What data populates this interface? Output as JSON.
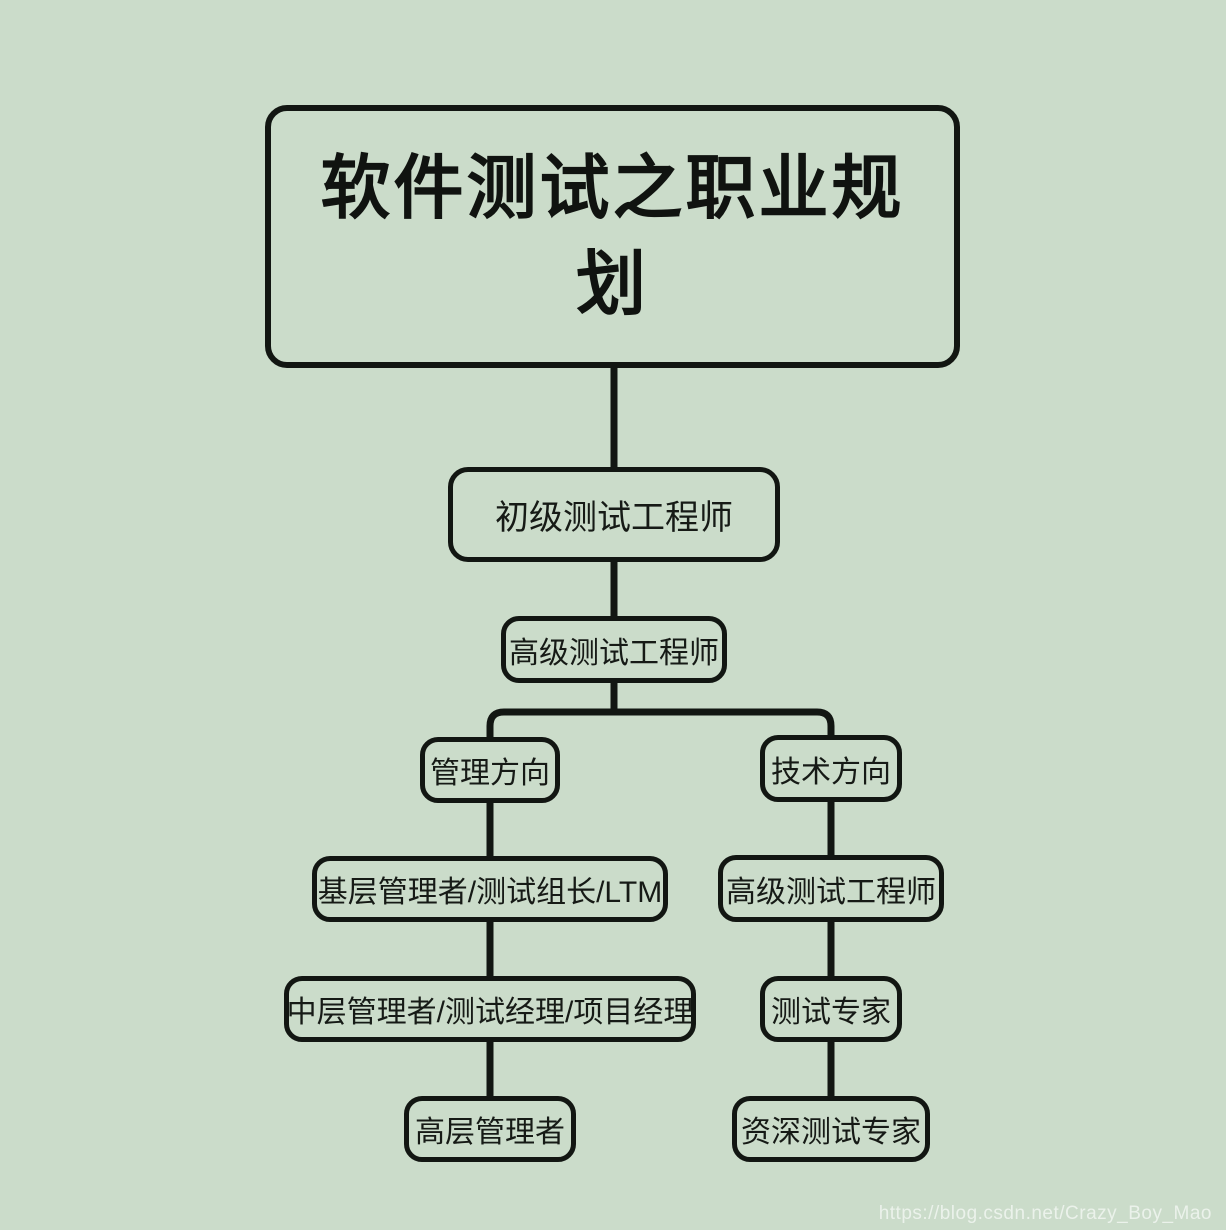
{
  "page": {
    "background_color": "#cbdcca",
    "line_color": "#121612",
    "watermark_url": "https://blog.csdn.net/Crazy_Boy_Mao"
  },
  "diagram": {
    "type": "mindmap-flowchart",
    "title": "软件测试之职业规划",
    "nodes": {
      "level1": "初级测试工程师",
      "level2": "高级测试工程师",
      "management_direction": "管理方向",
      "technical_direction": "技术方向",
      "management_path": [
        "基层管理者/测试组长/LTM",
        "中层管理者/测试经理/项目经理",
        "高层管理者"
      ],
      "technical_path": [
        "高级测试工程师",
        "测试专家",
        "资深测试专家"
      ]
    }
  }
}
